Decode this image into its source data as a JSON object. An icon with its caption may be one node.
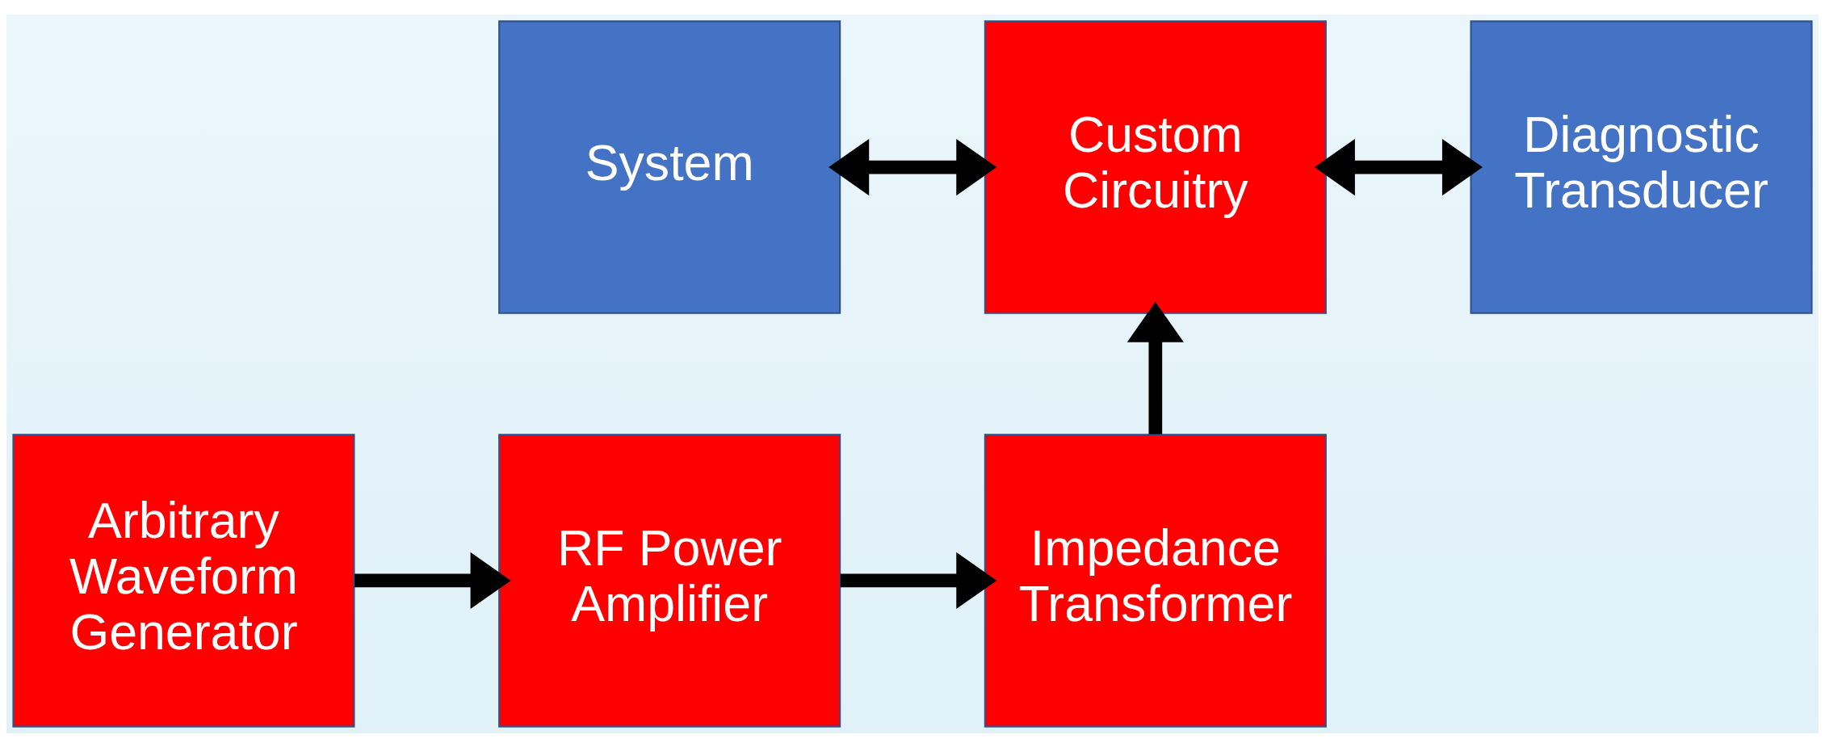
{
  "diagram": {
    "nodes": [
      {
        "text": [
          "System"
        ]
      },
      {
        "text": [
          "Custom Circuitry"
        ]
      },
      {
        "text": [
          "Diagnostic Transducer"
        ]
      },
      {
        "text": [
          "Arbitrary Waveform Generator"
        ]
      },
      {
        "text": [
          "RF Power Amplifier"
        ]
      },
      {
        "text": [
          "Impedance Transformer"
        ]
      }
    ],
    "edges": [
      {
        "from": 0,
        "to": 1,
        "arrow": "both"
      },
      {
        "from": 1,
        "to": 2,
        "arrow": "both"
      },
      {
        "from": 3,
        "to": 4,
        "arrow": "to"
      },
      {
        "from": 4,
        "to": 5,
        "arrow": "to"
      },
      {
        "from": 5,
        "to": 1,
        "arrow": "to"
      }
    ]
  }
}
